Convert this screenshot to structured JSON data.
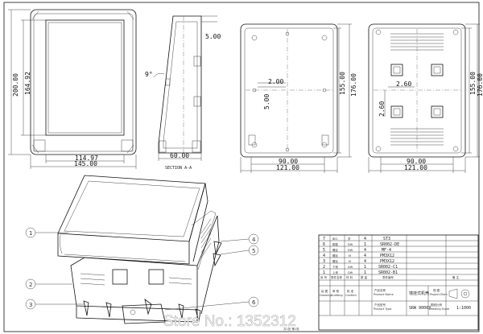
{
  "front_view": {
    "height_outer": "200.00",
    "height_inner": "164.92",
    "width_inner": "114.97",
    "width_outer": "145.00"
  },
  "section_view": {
    "angle": "9°",
    "top_offset": "5.00",
    "depth": "60.00",
    "label": "SECTION A-A"
  },
  "back_view": {
    "height_outer": "176.00",
    "height_inner": "155.00",
    "offset_x": "2.00",
    "offset_y": "5.00",
    "width_inner": "90.00",
    "width_outer": "121.00"
  },
  "bottom_view": {
    "height_outer": "176.00",
    "height_inner": "155.00",
    "offset_x": "2.60",
    "offset_y": "2.60",
    "width_inner": "90.00",
    "width_outer": "121.00"
  },
  "callouts": [
    "1",
    "2",
    "3",
    "4",
    "5",
    "6"
  ],
  "bom": {
    "rows": [
      {
        "no": "7",
        "c1": "BE1",
        "c2": "学",
        "qty": "4",
        "code": "ST3"
      },
      {
        "no": "6",
        "c1": "脚垫",
        "c2": "DW",
        "qty": "1",
        "code": "SR002-DE"
      },
      {
        "no": "5",
        "c1": "螺丝",
        "c2": "DW",
        "qty": "4",
        "code": "MF-4"
      },
      {
        "no": "4",
        "c1": "螺丝",
        "c2": "M",
        "qty": "4",
        "code": "PM3X12"
      },
      {
        "no": "3",
        "c1": "螺丝",
        "c2": "M",
        "qty": "4",
        "code": "PM3X12"
      },
      {
        "no": "2",
        "c1": "下壳",
        "c2": "DW",
        "qty": "1",
        "code": "SR002-C1"
      },
      {
        "no": "1",
        "c1": "上壳",
        "c2": "DW",
        "qty": "1",
        "code": "SR002-B1"
      }
    ],
    "header": {
      "no": "序 号",
      "name": "零件名称",
      "mat": "材 料",
      "qty": "数 量",
      "part": "零件编号",
      "note": "备 注"
    },
    "title": {
      "drawing_label": "绘 图",
      "drawing_en": "Drawing",
      "check_label": "审 核",
      "check_en": "Auditing",
      "company_label": "批 准",
      "company_en": "Confirm",
      "product_name_label": "产品名称",
      "product_name_en": "Product Name",
      "product_name_value": "墙挂式机壳",
      "project_label": "视 图",
      "project_en": "Project Elem",
      "product_type_label": "产品型号",
      "product_type_en": "Product Type",
      "product_type_value": "SRW 90003",
      "scale_label": "图纸比例",
      "scale_en": "Drawing Scale",
      "scale_value": "1:1000",
      "sheet": "共1张 第1张"
    }
  },
  "watermark": "Store No.: 1352312"
}
